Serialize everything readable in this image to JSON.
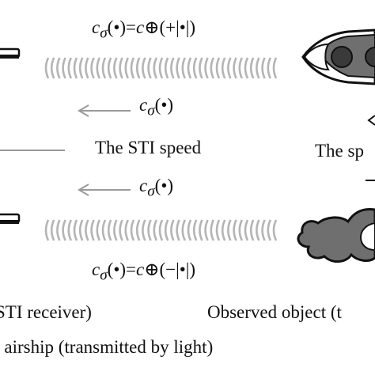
{
  "formula_top": {
    "c": "c",
    "sigma": "σ",
    "bullet_arg": "(•)=",
    "c2": "c",
    "rest": "⊕(+|•|)"
  },
  "formula_mid_upper": {
    "c": "c",
    "sigma": "σ",
    "arg": "(•)"
  },
  "formula_mid_lower": {
    "c": "c",
    "sigma": "σ",
    "arg": "(•)"
  },
  "formula_bottom": {
    "c": "c",
    "sigma": "σ",
    "bullet_arg": "(•)=",
    "c2": "c",
    "rest": "⊕(−|•|)"
  },
  "labels": {
    "sti_speed": "The STI speed",
    "right_speed": "The sp",
    "receiver": "STI receiver)",
    "observed": "Observed object (t",
    "airship": "f airship (transmitted by light)"
  },
  "colors": {
    "waves": "#b4b4b4",
    "arrows": "#9a9a9a",
    "ink": "#111111",
    "object_fill": "#6f6f6f"
  }
}
